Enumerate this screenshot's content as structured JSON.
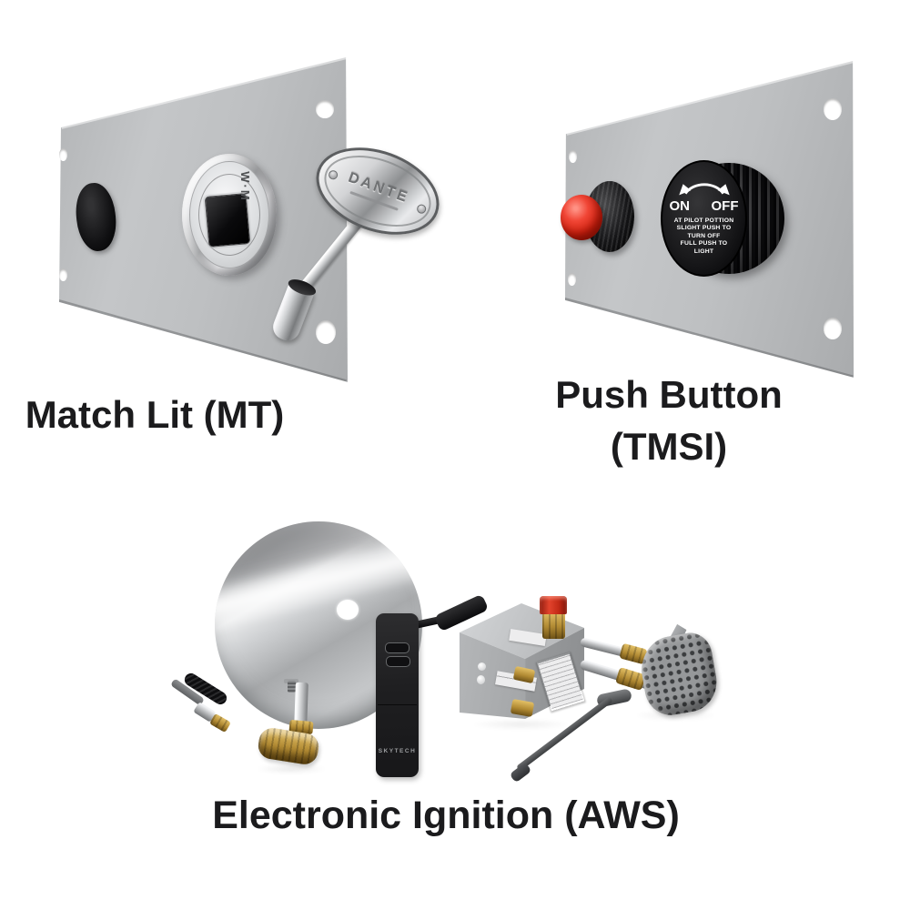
{
  "products": {
    "match_lit": {
      "label": "Match Lit (MT)",
      "valve_brand": "W·M",
      "key_brand": "DANTE"
    },
    "push_button": {
      "label_line1": "Push Button",
      "label_line2": "(TMSI)",
      "knob": {
        "on": "ON",
        "off": "OFF",
        "instructions": [
          "AT PILOT POTTION",
          "SLIGHT PUSH TO",
          "TURN OFF",
          "FULL PUSH TO",
          "LIGHT"
        ]
      }
    },
    "electronic_ignition": {
      "label": "Electronic Ignition (AWS)",
      "remote_brand": "SKYTECH"
    }
  },
  "colors": {
    "background": "#ffffff",
    "panel_gray": "#b9bbbd",
    "button_red": "#e8301f",
    "cap_red": "#d43a22",
    "brass": "#c09a42",
    "caption_text": "#1b1b1d"
  }
}
